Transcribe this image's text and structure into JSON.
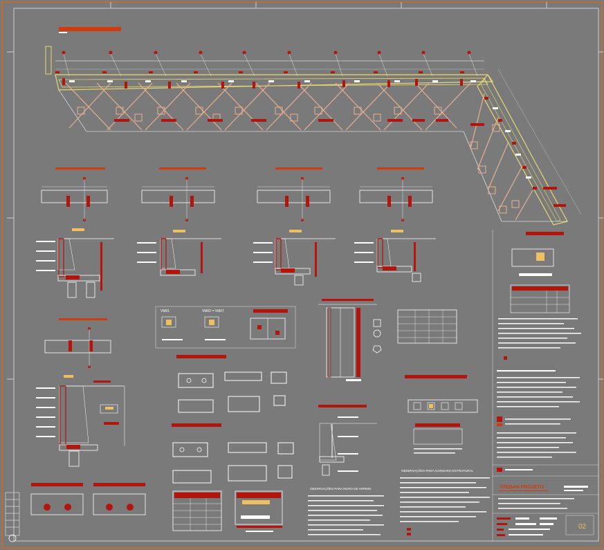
{
  "drawing": {
    "notes_arrimo_title": "OBSERVAÇÕES PARA MURO DE ARRIMO",
    "notes_alvenaria_title": "OBSERVAÇÕES PARA ALVENARIA ESTRUTURAL",
    "company_name": "STEBAN PROJETO",
    "sheet_number": "02",
    "vm_labels": [
      "VM01",
      "VM02 = VM07"
    ]
  },
  "colors": {
    "background": "#7a7a7a",
    "border": "#d2691e",
    "red_block": "#b3140c",
    "yellow_line": "#e8d870",
    "white_line": "#ffffff"
  }
}
